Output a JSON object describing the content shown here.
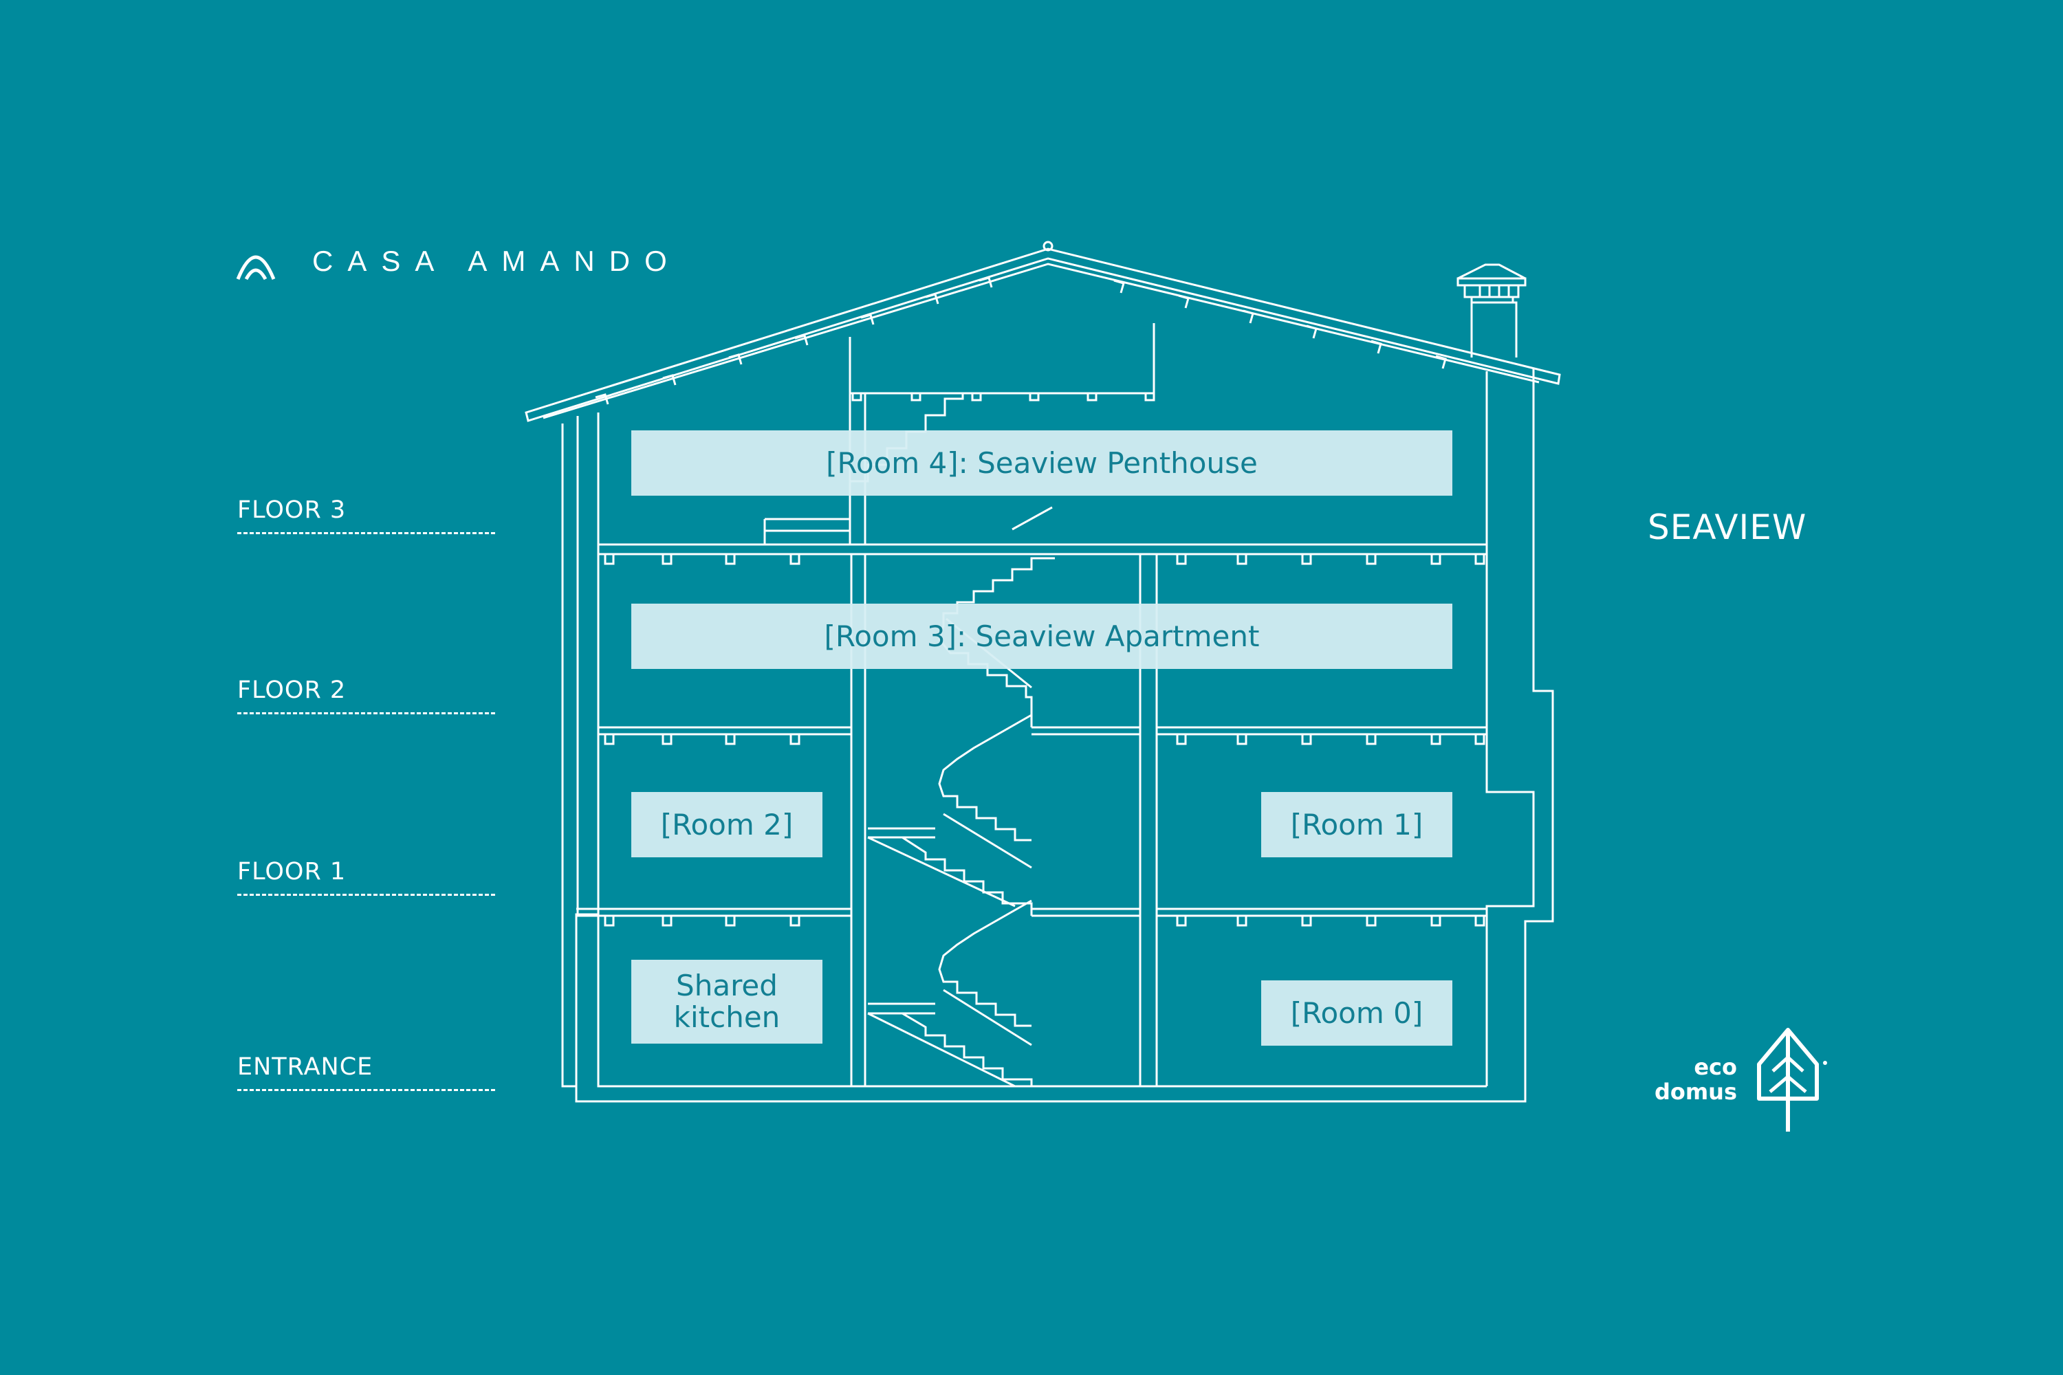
{
  "brand": {
    "name": "CASA AMANDO",
    "icon": "arch-logo-icon"
  },
  "floors": [
    {
      "label": "FLOOR 3"
    },
    {
      "label": "FLOOR 2"
    },
    {
      "label": "FLOOR 1"
    },
    {
      "label": "ENTRANCE"
    }
  ],
  "side_label": "SEAVIEW",
  "rooms": [
    {
      "label": "[Room 4]: Seaview Penthouse"
    },
    {
      "label": "[Room 3]: Seaview Apartment"
    },
    {
      "label": "[Room 2]"
    },
    {
      "label": "[Room 1]"
    },
    {
      "label": "Shared\nkitchen"
    },
    {
      "label": "[Room 0]"
    }
  ],
  "eco_logo": {
    "text": "eco\ndomus",
    "icon": "leaf-house-logo-icon"
  },
  "colors": {
    "background": "#008a9c",
    "line": "#ffffff",
    "room_fill": "#d6eef3",
    "room_text": "#127f93"
  }
}
